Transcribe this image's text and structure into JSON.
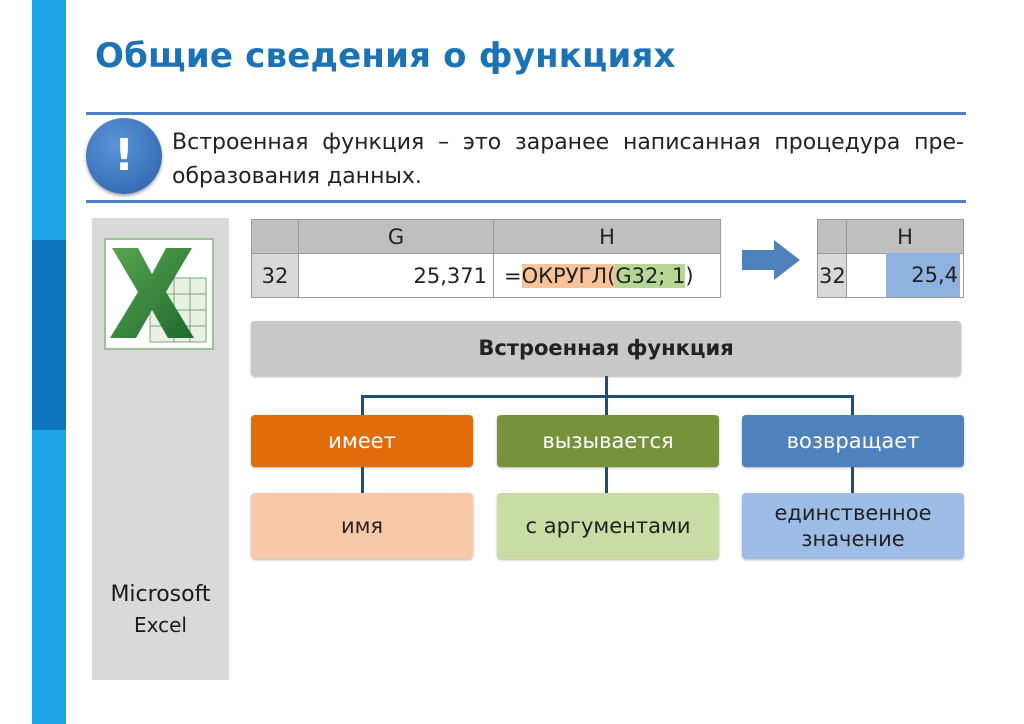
{
  "slide": {
    "title": "Общие сведения о функциях",
    "definition_icon": "!",
    "definition": "Встроенная функция – это заранее написанная процедура пре-образования данных."
  },
  "sidebar": {
    "icon": "excel-logo-icon",
    "label_line1": "Microsoft",
    "label_line2": "Excel"
  },
  "sheet_left": {
    "columns": [
      "G",
      "H"
    ],
    "row_label": "32",
    "g_value": "25,371",
    "formula_eq": "=",
    "formula_fn": "ОКРУГЛ(",
    "formula_args": "G32; 1",
    "formula_close": ")"
  },
  "arrow_icon": "right-arrow-icon",
  "sheet_right": {
    "column": "H",
    "row_label": "32",
    "result": "25,4"
  },
  "diagram": {
    "root": "Встроенная функция",
    "branches": [
      {
        "top": "имеет",
        "bottom": "имя",
        "top_color": "#e26b0a",
        "bottom_color": "#f8c8a8"
      },
      {
        "top": "вызывается",
        "bottom": "с аргументами",
        "top_color": "#76933c",
        "bottom_color": "#c9dca3"
      },
      {
        "top": "возвращает",
        "bottom": "единственное значение",
        "top_color": "#4f81bd",
        "bottom_color": "#9ebde6"
      }
    ]
  }
}
